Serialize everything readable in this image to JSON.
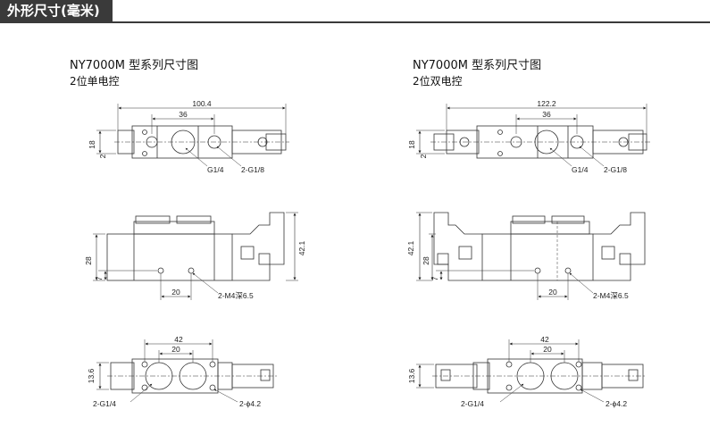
{
  "section": {
    "title": "外形尺寸(毫米)"
  },
  "left": {
    "title": "NY7000M 型系列尺寸图",
    "subtitle": "2位单电控",
    "top": {
      "overall": "100.4",
      "pitch": "36",
      "h1": "18",
      "h2": "2",
      "port_main": "G1/4",
      "port_side": "2-G1/8"
    },
    "side": {
      "height": "42.1",
      "h28": "28",
      "h7": "7",
      "spacing": "20",
      "mount": "2-M4深6.5"
    },
    "bottom": {
      "span": "42",
      "pitch": "20",
      "h": "13.6",
      "port": "2-G1/4",
      "hole": "2-ϕ4.2"
    }
  },
  "right": {
    "title": "NY7000M 型系列尺寸图",
    "subtitle": "2位双电控",
    "top": {
      "overall": "122.2",
      "pitch": "36",
      "h1": "18",
      "h2": "2",
      "port_main": "G1/4",
      "port_side": "2-G1/8"
    },
    "side": {
      "height": "42.1",
      "h28": "28",
      "h7": "7",
      "spacing": "20",
      "mount": "2-M4深6.5"
    },
    "bottom": {
      "span": "42",
      "pitch": "20",
      "h": "13.6",
      "port": "2-G1/4",
      "hole": "2-ϕ4.2"
    }
  }
}
